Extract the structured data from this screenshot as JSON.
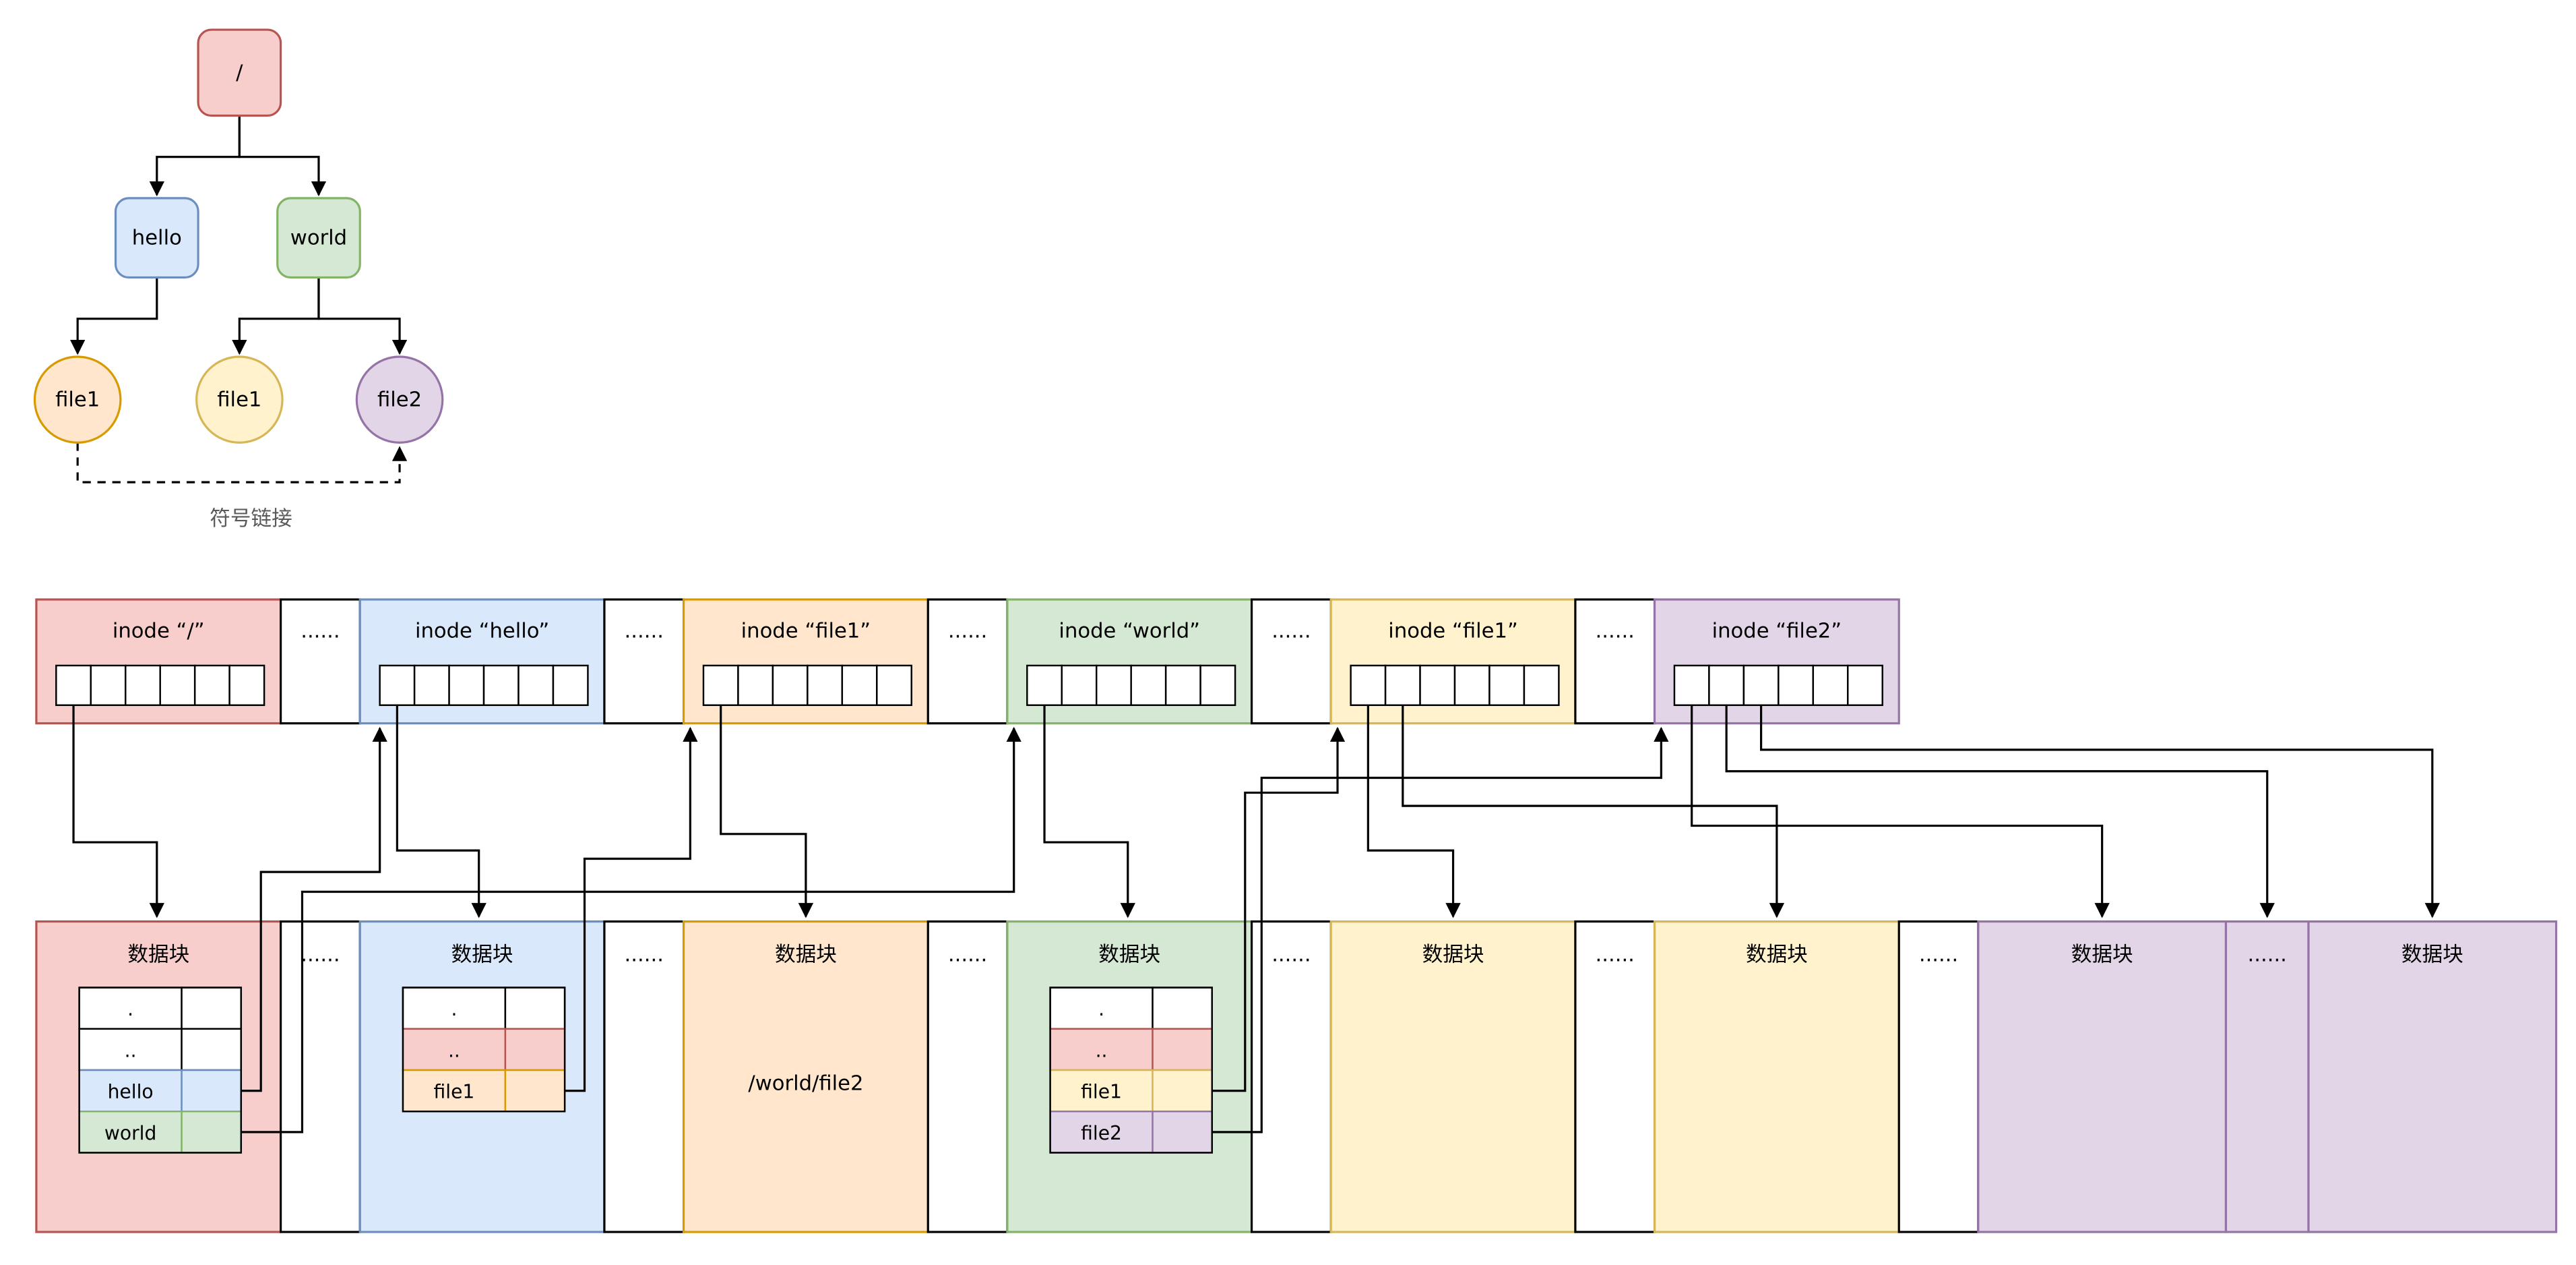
{
  "palette": {
    "red": {
      "fill": "#f8cecc",
      "stroke": "#b85450"
    },
    "blue": {
      "fill": "#dae8fc",
      "stroke": "#6c8ebf"
    },
    "green": {
      "fill": "#d5e8d4",
      "stroke": "#82b366"
    },
    "orange": {
      "fill": "#ffe6cc",
      "stroke": "#d79b00"
    },
    "yellow": {
      "fill": "#fff2cc",
      "stroke": "#d6b656"
    },
    "purple": {
      "fill": "#e1d5e7",
      "stroke": "#9673a6"
    },
    "plain": {
      "fill": "#ffffff",
      "stroke": "#000000"
    }
  },
  "tree": {
    "root": "/",
    "hello": "hello",
    "world": "world",
    "file1_under_hello": "file1",
    "file1_under_world": "file1",
    "file2": "file2",
    "symlink_label": "符号链接"
  },
  "inode_row": {
    "root": "inode “/”",
    "hello": "inode “hello”",
    "file1_symlink": "inode “file1”",
    "world": "inode “world”",
    "file1": "inode “file1”",
    "file2": "inode “file2”",
    "ellipsis": "......"
  },
  "datablock_row": {
    "label": "数据块",
    "ellipsis": "......",
    "root_dir_entries": [
      ".",
      "..",
      "hello",
      "world"
    ],
    "hello_dir_entries": [
      ".",
      "..",
      "file1"
    ],
    "world_dir_entries": [
      ".",
      "..",
      "file1",
      "file2"
    ],
    "symlink_target": "/world/file2"
  }
}
